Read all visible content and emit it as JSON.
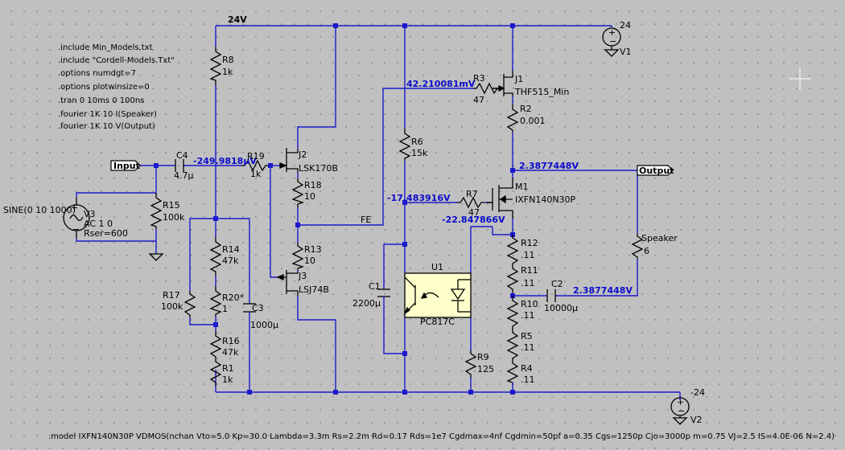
{
  "directives": [
    ".include Min_Models.txt",
    ".include \"Cordell-Models.Txt\"",
    ".options numdgt=7",
    ".options plotwinsize=0",
    ".tran 0 10ms 0 100ns",
    ".fourier 1K 10 I(Speaker)",
    ".fourier 1K 10 V(Output)"
  ],
  "model_line": ".model IXFN140N30P VDMOS(nchan Vto=5.0 Kp=30.0 Lambda=3.3m Rs=2.2m Rd=0.17 Rds=1e7 Cgdmax=4nf Cgdmin=50pf a=0.35 Cgs=1250p Cjo=3000p m=0.75 VJ=2.5 IS=4.0E-06 N=2.4)",
  "nets": {
    "rail_top": "24V",
    "input_flag": "Input",
    "output_flag": "Output",
    "fe": "FE",
    "v1_value": "24",
    "v2_value": "-24"
  },
  "voltages": {
    "input_node": "-249.9818µV",
    "j1_gate": "42.210081mV",
    "output_node": "2.3877448V",
    "m1_gate": "-17.483916V",
    "m1_source": "-22.847866V",
    "c2_node": "2.3877448V"
  },
  "sources": {
    "v1": "V1",
    "v2": "V2",
    "v3": "V3",
    "v3_sine": "SINE(0 10 1000)",
    "v3_ac": "AC 1 0",
    "v3_rser": "Rser=600"
  },
  "resistors": [
    {
      "name": "R8",
      "value": "1k"
    },
    {
      "name": "R19",
      "value": "1k"
    },
    {
      "name": "R18",
      "value": "10"
    },
    {
      "name": "R13",
      "value": "10"
    },
    {
      "name": "R15",
      "value": "100k"
    },
    {
      "name": "R14",
      "value": "47k"
    },
    {
      "name": "R17",
      "value": "100k"
    },
    {
      "name": "R20*",
      "value": "1"
    },
    {
      "name": "R16",
      "value": "47k"
    },
    {
      "name": "R1",
      "value": "1k"
    },
    {
      "name": "R6",
      "value": "15k"
    },
    {
      "name": "R3",
      "value": "47"
    },
    {
      "name": "R2",
      "value": "0.001"
    },
    {
      "name": "R7",
      "value": "47"
    },
    {
      "name": "R12",
      "value": ".11"
    },
    {
      "name": "R11",
      "value": ".11"
    },
    {
      "name": "R10",
      "value": ".11"
    },
    {
      "name": "R5",
      "value": ".11"
    },
    {
      "name": "R4",
      "value": ".11"
    },
    {
      "name": "R9",
      "value": "125"
    }
  ],
  "capacitors": [
    {
      "name": "C4",
      "value": "4.7µ"
    },
    {
      "name": "C3",
      "value": "1000µ"
    },
    {
      "name": "C1",
      "value": "2200µ"
    },
    {
      "name": "C2",
      "value": "10000µ"
    }
  ],
  "transistors": [
    {
      "name": "J1",
      "model": "THF515_Min"
    },
    {
      "name": "J2",
      "model": "LSK170B"
    },
    {
      "name": "J3",
      "model": "LSJ74B"
    },
    {
      "name": "M1",
      "model": "IXFN140N30P"
    }
  ],
  "optocoupler": {
    "name": "U1",
    "model": "PC817C"
  },
  "load": {
    "name": "Speaker",
    "value": "6"
  }
}
